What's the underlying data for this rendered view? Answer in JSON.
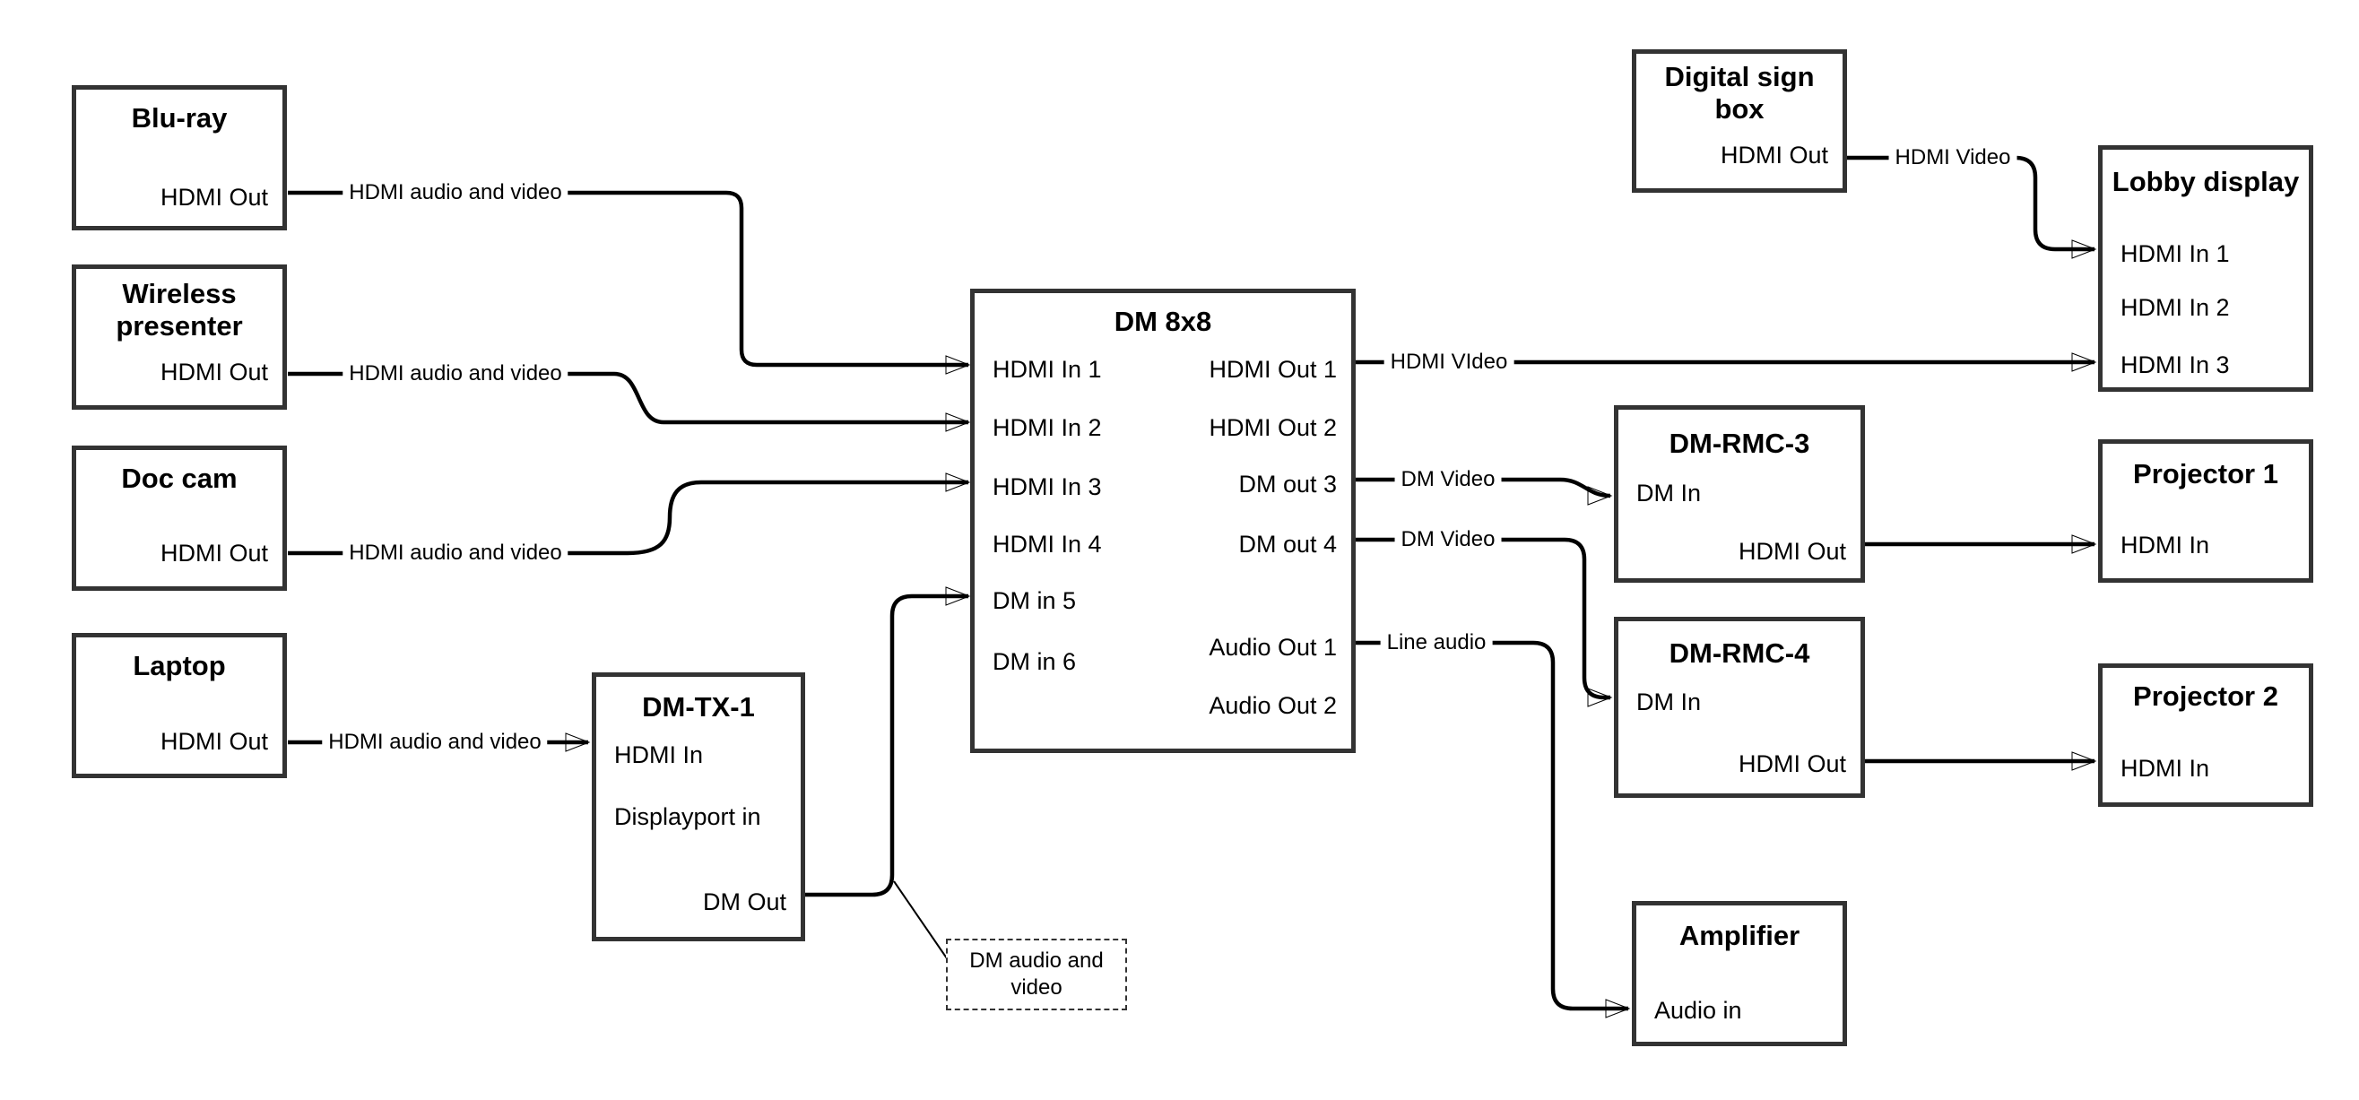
{
  "diagram": {
    "background_color": "#ffffff",
    "wire_color": "#000000",
    "box_border_color": "#333333"
  },
  "nodes": {
    "bluray": {
      "title": "Blu-ray",
      "ports": [
        {
          "label": "HDMI Out"
        }
      ]
    },
    "wireless_presenter": {
      "title": "Wireless presenter",
      "ports": [
        {
          "label": "HDMI Out"
        }
      ]
    },
    "doc_cam": {
      "title": "Doc cam",
      "ports": [
        {
          "label": "HDMI Out"
        }
      ]
    },
    "laptop": {
      "title": "Laptop",
      "ports": [
        {
          "label": "HDMI Out"
        }
      ]
    },
    "dm_tx_1": {
      "title": "DM-TX-1",
      "ports": [
        {
          "label": "HDMI In"
        },
        {
          "label": "Displayport in"
        },
        {
          "label": "DM Out"
        }
      ]
    },
    "dm_8x8": {
      "title": "DM 8x8",
      "left_ports": [
        {
          "label": "HDMI In 1"
        },
        {
          "label": "HDMI In 2"
        },
        {
          "label": "HDMI In 3"
        },
        {
          "label": "HDMI In 4"
        },
        {
          "label": "DM in 5"
        },
        {
          "label": "DM in 6"
        }
      ],
      "right_ports": [
        {
          "label": "HDMI Out 1"
        },
        {
          "label": "HDMI Out 2"
        },
        {
          "label": "DM out 3"
        },
        {
          "label": "DM out 4"
        },
        {
          "label": "Audio Out 1"
        },
        {
          "label": "Audio Out 2"
        }
      ]
    },
    "digital_sign_box": {
      "title": "Digital sign box",
      "ports": [
        {
          "label": "HDMI Out"
        }
      ]
    },
    "lobby_display": {
      "title": "Lobby display",
      "ports": [
        {
          "label": "HDMI In 1"
        },
        {
          "label": "HDMI In 2"
        },
        {
          "label": "HDMI In 3"
        }
      ]
    },
    "dm_rmc_3": {
      "title": "DM-RMC-3",
      "ports": [
        {
          "label": "DM In"
        },
        {
          "label": "HDMI Out"
        }
      ]
    },
    "projector_1": {
      "title": "Projector 1",
      "ports": [
        {
          "label": "HDMI In"
        }
      ]
    },
    "dm_rmc_4": {
      "title": "DM-RMC-4",
      "ports": [
        {
          "label": "DM In"
        },
        {
          "label": "HDMI Out"
        }
      ]
    },
    "projector_2": {
      "title": "Projector 2",
      "ports": [
        {
          "label": "HDMI In"
        }
      ]
    },
    "amplifier": {
      "title": "Amplifier",
      "ports": [
        {
          "label": "Audio in"
        }
      ]
    }
  },
  "edges": {
    "bluray_to_dm8x8": {
      "label": "HDMI audio and video"
    },
    "wireless_to_dm8x8": {
      "label": "HDMI audio and video"
    },
    "doccam_to_dm8x8": {
      "label": "HDMI audio and video"
    },
    "laptop_to_dmtx1": {
      "label": "HDMI audio and video"
    },
    "dm8x8_to_lobby": {
      "label": "HDMI VIdeo"
    },
    "dm8x8_to_dmrmc3": {
      "label": "DM Video"
    },
    "dm8x8_to_dmrmc4": {
      "label": "DM Video"
    },
    "dm8x8_to_amplifier": {
      "label": "Line audio"
    },
    "digital_sign_to_lobby": {
      "label": "HDMI Video"
    }
  },
  "callout": {
    "text": "DM audio and video"
  }
}
